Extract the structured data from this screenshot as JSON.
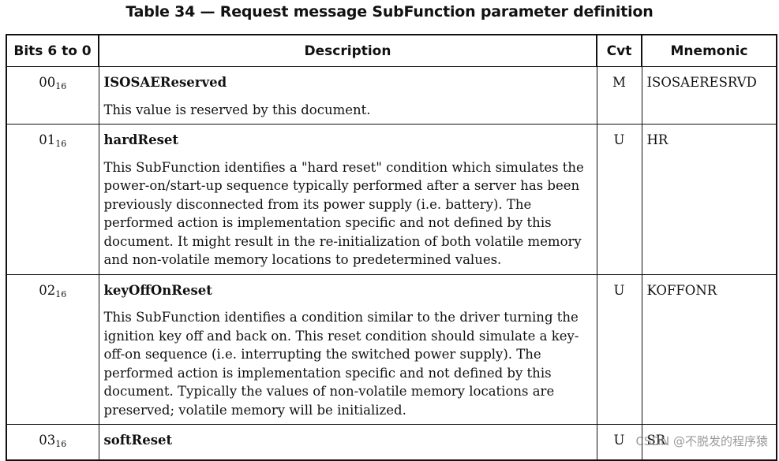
{
  "title": "Table 34 — Request message SubFunction parameter definition",
  "headers": {
    "bits": "Bits 6 to 0",
    "description": "Description",
    "cvt": "Cvt",
    "mnemonic": "Mnemonic"
  },
  "rows": [
    {
      "bits": "00",
      "bits_sub": "16",
      "name": "ISOSAEReserved",
      "text": "This value is reserved by this document.",
      "cvt": "M",
      "mnemonic": "ISOSAERESRVD"
    },
    {
      "bits": "01",
      "bits_sub": "16",
      "name": "hardReset",
      "text": "This SubFunction identifies a \"hard reset\" condition which simulates the power-on/start-up sequence typically performed after a server has been previously disconnected from its power supply (i.e. battery). The performed action is implementation specific and not defined by this document. It might result in the re-initialization of both volatile memory and non-volatile memory locations to predetermined values.",
      "cvt": "U",
      "mnemonic": "HR"
    },
    {
      "bits": "02",
      "bits_sub": "16",
      "name": "keyOffOnReset",
      "text": "This SubFunction identifies a condition similar to the driver turning the ignition key off and back on. This reset condition should simulate a key-off-on sequence (i.e. interrupting the switched power supply). The performed action is implementation specific and not defined by this document. Typically the values of non-volatile memory locations are preserved; volatile memory will be initialized.",
      "cvt": "U",
      "mnemonic": "KOFFONR"
    },
    {
      "bits": "03",
      "bits_sub": "16",
      "name": "softReset",
      "text": "",
      "cvt": "U",
      "mnemonic": "SR"
    }
  ],
  "watermark": "CSDN @不脱发的程序猿"
}
